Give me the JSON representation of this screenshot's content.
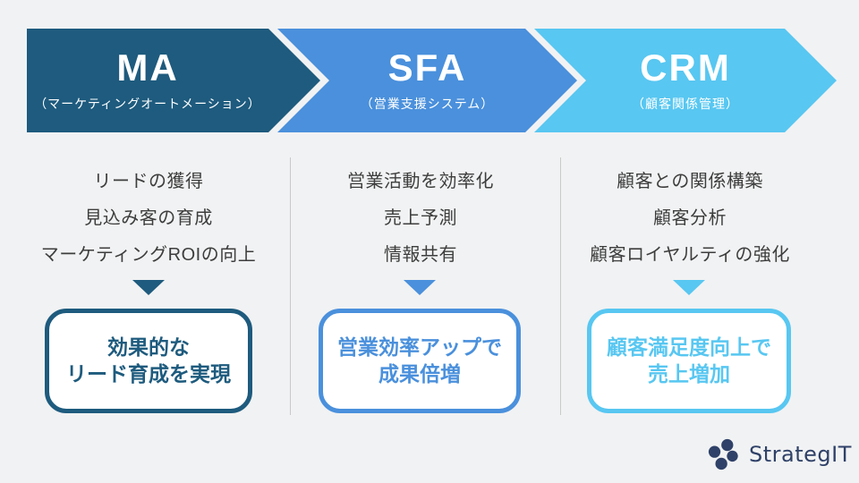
{
  "page": {
    "background_color": "#f1f2f3",
    "divider_color": "#c9c9c9",
    "feature_text_color": "#3d3d3d"
  },
  "stages": [
    {
      "title": "MA",
      "subtitle": "（マーケティングオートメーション）",
      "color": "#1e5b7e",
      "features": [
        "リードの獲得",
        "見込み客の育成",
        "マーケティングROIの向上"
      ],
      "outcome": "効果的な\nリード育成を実現"
    },
    {
      "title": "SFA",
      "subtitle": "（営業支援システム）",
      "color": "#4a90dc",
      "features": [
        "営業活動を効率化",
        "売上予測",
        "情報共有"
      ],
      "outcome": "営業効率アップで\n成果倍増"
    },
    {
      "title": "CRM",
      "subtitle": "（顧客関係管理）",
      "color": "#58c7f1",
      "features": [
        "顧客との関係構築",
        "顧客分析",
        "顧客ロイヤルティの強化"
      ],
      "outcome": "顧客満足度向上で\n売上増加"
    }
  ],
  "logo": {
    "text": "StrategIT",
    "color": "#2f4168"
  }
}
